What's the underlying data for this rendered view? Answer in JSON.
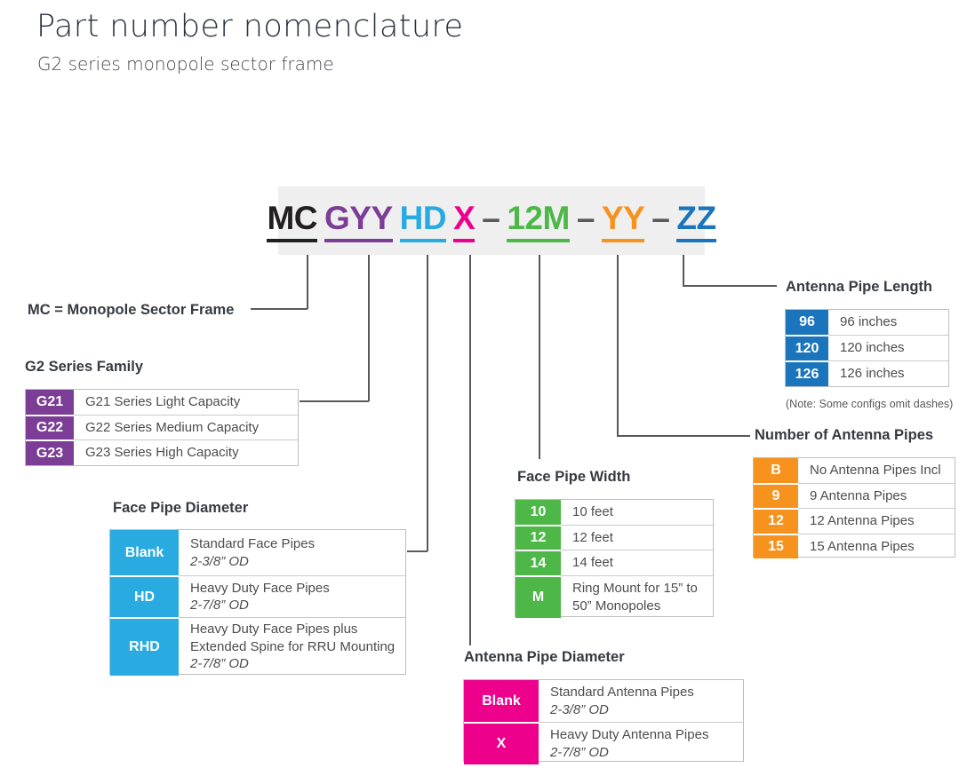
{
  "header": {
    "title": "Part number nomenclature",
    "subtitle": "G2 series monopole sector frame"
  },
  "part_number": {
    "segments": [
      {
        "text": "MC",
        "color": "#231f20",
        "underline": true
      },
      {
        "text": "GYY",
        "color": "#7c3d96",
        "underline": true
      },
      {
        "text": "HD",
        "color": "#29abe2",
        "underline": true
      },
      {
        "text": "X",
        "color": "#ec008c",
        "underline": true
      },
      {
        "text": "–",
        "color": "#58595b",
        "underline": false
      },
      {
        "text": "12M",
        "color": "#4db848",
        "underline": true
      },
      {
        "text": "–",
        "color": "#58595b",
        "underline": false
      },
      {
        "text": "YY",
        "color": "#f6921e",
        "underline": true
      },
      {
        "text": "–",
        "color": "#58595b",
        "underline": false
      },
      {
        "text": "ZZ",
        "color": "#1b75bc",
        "underline": true
      }
    ]
  },
  "labels": {
    "mc": "MC = Monopole Sector Frame",
    "note": "(Note: Some configs omit dashes)"
  },
  "tables": {
    "series_family": {
      "title": "G2 Series Family",
      "key_color": "#7c3d96",
      "rows": [
        {
          "key": "G21",
          "desc": "G21 Series Light Capacity"
        },
        {
          "key": "G22",
          "desc": "G22 Series Medium Capacity"
        },
        {
          "key": "G23",
          "desc": "G23 Series High Capacity"
        }
      ]
    },
    "face_pipe_diameter": {
      "title": "Face Pipe Diameter",
      "key_color": "#29abe2",
      "rows": [
        {
          "key": "Blank",
          "desc": "Standard Face Pipes",
          "spec": "2-3/8” OD"
        },
        {
          "key": "HD",
          "desc": "Heavy Duty Face Pipes",
          "spec": "2-7/8” OD"
        },
        {
          "key": "RHD",
          "desc": "Heavy Duty Face Pipes plus Extended Spine for RRU Mounting",
          "spec": "2-7/8” OD"
        }
      ]
    },
    "antenna_pipe_diameter": {
      "title": "Antenna Pipe Diameter",
      "key_color": "#ec008c",
      "rows": [
        {
          "key": "Blank",
          "desc": "Standard Antenna Pipes",
          "spec": "2-3/8” OD"
        },
        {
          "key": "X",
          "desc": "Heavy Duty Antenna Pipes",
          "spec": "2-7/8” OD"
        }
      ]
    },
    "face_pipe_width": {
      "title": "Face Pipe Width",
      "key_color": "#4db848",
      "rows": [
        {
          "key": "10",
          "desc": "10 feet"
        },
        {
          "key": "12",
          "desc": "12 feet"
        },
        {
          "key": "14",
          "desc": "14 feet"
        },
        {
          "key": "M",
          "desc": "Ring Mount for 15” to 50” Monopoles"
        }
      ]
    },
    "antenna_pipe_count": {
      "title": "Number of Antenna Pipes",
      "key_color": "#f6921e",
      "rows": [
        {
          "key": "B",
          "desc": "No Antenna Pipes Incl"
        },
        {
          "key": "9",
          "desc": "9 Antenna Pipes"
        },
        {
          "key": "12",
          "desc": "12 Antenna Pipes"
        },
        {
          "key": "15",
          "desc": "15 Antenna Pipes"
        }
      ]
    },
    "antenna_pipe_length": {
      "title": "Antenna Pipe Length",
      "key_color": "#1b75bc",
      "rows": [
        {
          "key": "96",
          "desc": "96 inches"
        },
        {
          "key": "120",
          "desc": "120 inches"
        },
        {
          "key": "126",
          "desc": "126 inches"
        }
      ]
    }
  }
}
